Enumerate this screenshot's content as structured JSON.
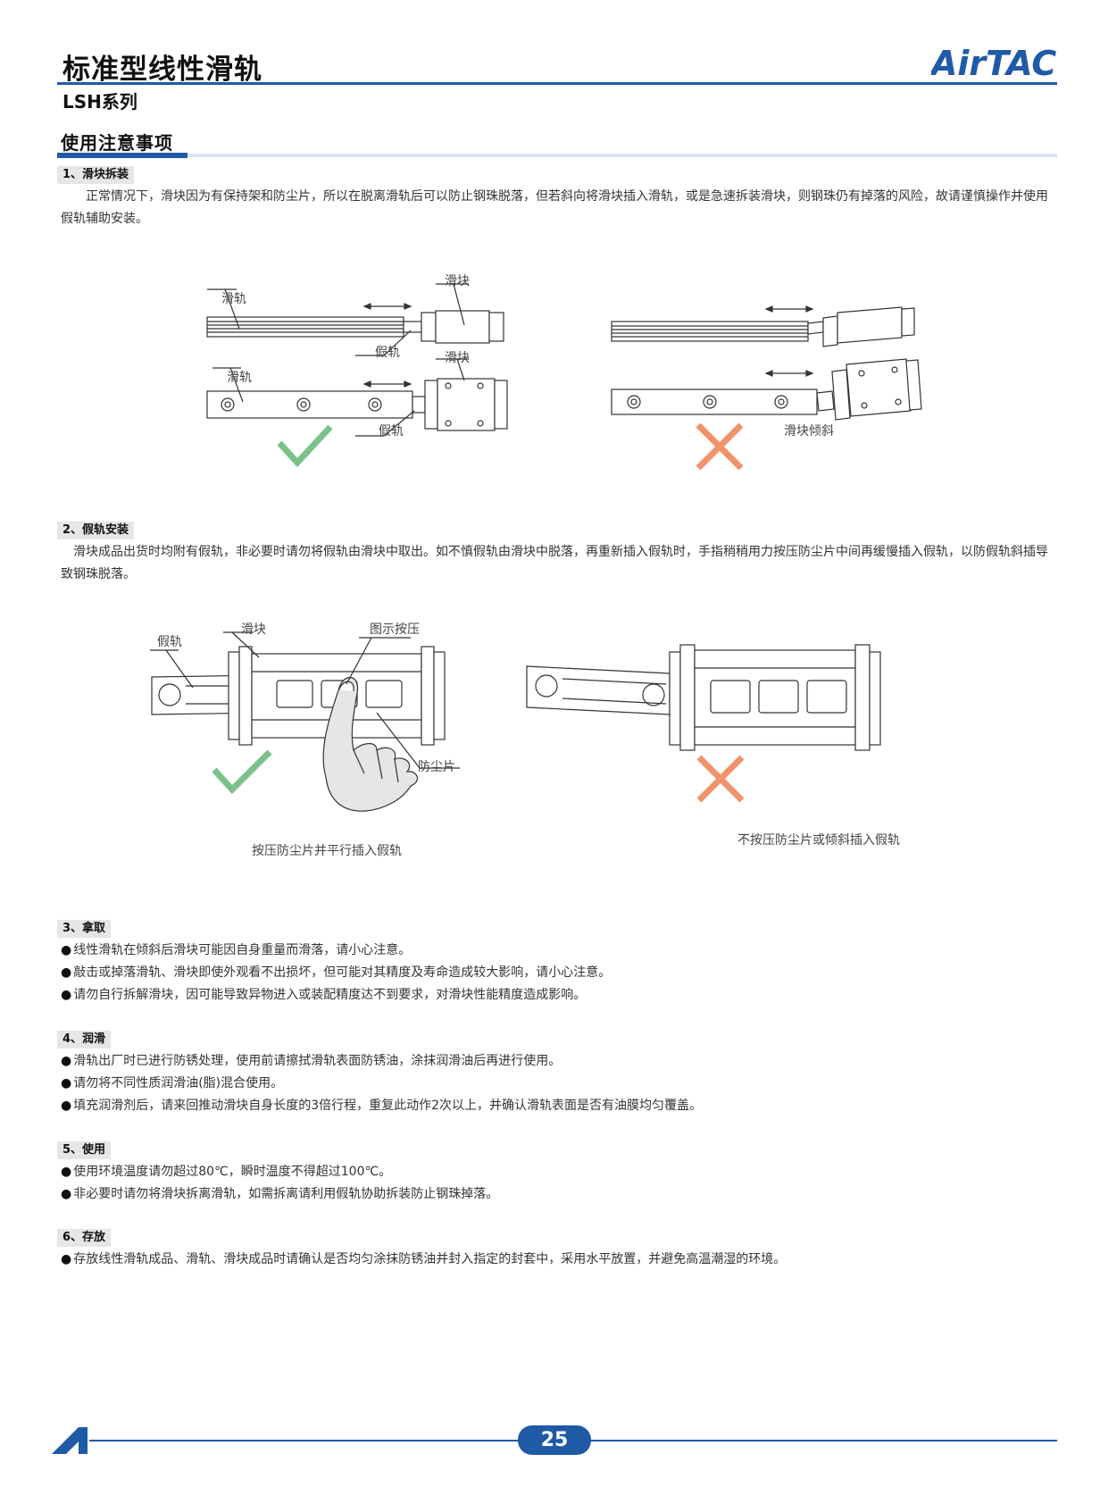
{
  "header": {
    "title": "标准型线性滑轨",
    "subtitle": "LSH系列",
    "brand": "AirTAC",
    "brand_color": "#1f5aa6"
  },
  "section_title": "使用注意事项",
  "s1": {
    "heading": "1、滑块拆装",
    "text": "　　正常情况下，滑块因为有保持架和防尘片，所以在脱离滑轨后可以防止钢珠脱落，但若斜向将滑块插入滑轨，或是急速拆装滑块，则钢珠仍有掉落的风险，故请谨慎操作并使用假轨辅助安装。",
    "labels": {
      "rail": "滑轨",
      "block": "滑块",
      "dummy": "假轨",
      "tilt": "滑块倾斜"
    }
  },
  "s2": {
    "heading": "2、假轨安装",
    "text": "　滑块成品出货时均附有假轨，非必要时请勿将假轨由滑块中取出。如不慎假轨由滑块中脱落，再重新插入假轨时，手指稍稍用力按压防尘片中间再缓慢插入假轨，以防假轨斜插导致钢珠脱落。",
    "labels": {
      "dummy": "假轨",
      "block": "滑块",
      "press": "图示按压",
      "dust": "防尘片"
    },
    "caption_ok": "按压防尘片并平行插入假轨",
    "caption_ng": "不按压防尘片或倾斜插入假轨"
  },
  "s3": {
    "heading": "3、拿取",
    "items": [
      "线性滑轨在倾斜后滑块可能因自身重量而滑落，请小心注意。",
      "敲击或掉落滑轨、滑块即使外观看不出损坏，但可能对其精度及寿命造成较大影响，请小心注意。",
      "请勿自行拆解滑块，因可能导致异物进入或装配精度达不到要求，对滑块性能精度造成影响。"
    ]
  },
  "s4": {
    "heading": "4、润滑",
    "items": [
      "滑轨出厂时已进行防锈处理，使用前请擦拭滑轨表面防锈油，涂抹润滑油后再进行使用。",
      "请勿将不同性质润滑油(脂)混合使用。",
      "填充润滑剂后，请来回推动滑块自身长度的3倍行程，重复此动作2次以上，并确认滑轨表面是否有油膜均匀覆盖。"
    ]
  },
  "s5": {
    "heading": "5、使用",
    "items": [
      "使用环境温度请勿超过80℃，瞬时温度不得超过100℃。",
      "非必要时请勿将滑块拆离滑轨，如需拆离请利用假轨协助拆装防止钢珠掉落。"
    ]
  },
  "s6": {
    "heading": "6、存放",
    "items": [
      "存放线性滑轨成品、滑轨、滑块成品时请确认是否均匀涂抹防锈油并封入指定的封套中，采用水平放置，并避免高温潮湿的环境。"
    ]
  },
  "footer": {
    "page": "25"
  },
  "colors": {
    "check": "#7ac28a",
    "cross": "#f0936b"
  }
}
